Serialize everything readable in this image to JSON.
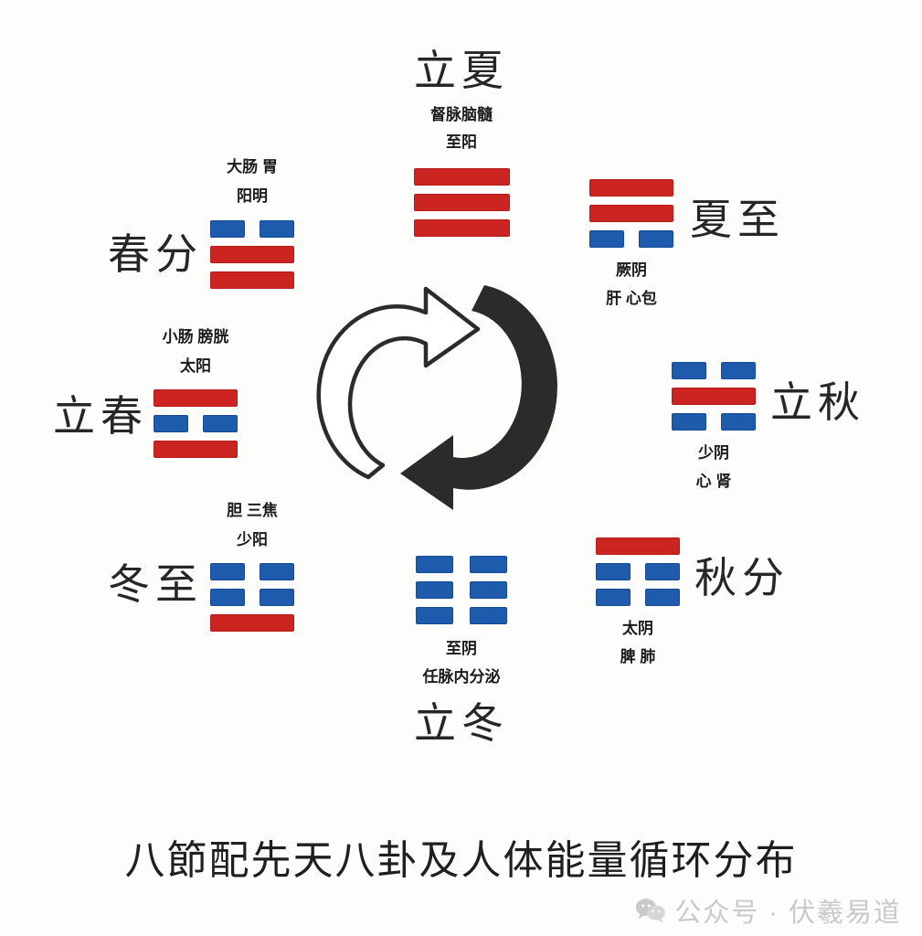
{
  "caption": "八節配先天八卦及人体能量循环分布",
  "watermark": {
    "icon": "wechat-icon",
    "text": "公众号 · 伏羲易道"
  },
  "colors": {
    "yang": "#cc2420",
    "yin": "#1f5bac",
    "text": "#1f1f1f",
    "watermark": "#c9c9c9",
    "background": "#fdfdfb"
  },
  "center": {
    "arrow_outline": {
      "name": "clockwise-outline-arrow",
      "direction": "clockwise-up-right",
      "style": "outline"
    },
    "arrow_solid": {
      "name": "counter-clockwise-solid-arrow",
      "direction": "down-left",
      "style": "filled"
    }
  },
  "nodes": [
    {
      "id": "lixia",
      "season": "立夏",
      "label_position": "above",
      "top_notes": [
        "督脉脑髓",
        "至阳"
      ],
      "bottom_notes": [],
      "trigram": {
        "name": "qian",
        "lines": [
          "yang",
          "yang",
          "yang"
        ]
      }
    },
    {
      "id": "chunfen",
      "season": "春分",
      "label_position": "left",
      "top_notes": [
        "大肠    胃",
        "阳明"
      ],
      "bottom_notes": [],
      "trigram": {
        "name": "dui",
        "lines": [
          "yin",
          "yang",
          "yang"
        ]
      }
    },
    {
      "id": "xiazhi",
      "season": "夏至",
      "label_position": "right",
      "top_notes": [],
      "bottom_notes": [
        "厥阴",
        "肝  心包"
      ],
      "trigram": {
        "name": "xun",
        "lines": [
          "yang",
          "yang",
          "yin"
        ]
      }
    },
    {
      "id": "lichun",
      "season": "立春",
      "label_position": "left",
      "top_notes": [
        "小肠  膀胱",
        "太阳"
      ],
      "bottom_notes": [],
      "trigram": {
        "name": "li",
        "lines": [
          "yang",
          "yin",
          "yang"
        ]
      }
    },
    {
      "id": "liqiu",
      "season": "立秋",
      "label_position": "right",
      "top_notes": [],
      "bottom_notes": [
        "少阴",
        "心   肾"
      ],
      "trigram": {
        "name": "kan",
        "lines": [
          "yin",
          "yang",
          "yin"
        ]
      }
    },
    {
      "id": "dongzhi",
      "season": "冬至",
      "label_position": "left",
      "top_notes": [
        "胆    三焦",
        "少阳"
      ],
      "bottom_notes": [],
      "trigram": {
        "name": "zhen",
        "lines": [
          "yin",
          "yin",
          "yang"
        ]
      }
    },
    {
      "id": "qiufen",
      "season": "秋分",
      "label_position": "right",
      "top_notes": [],
      "bottom_notes": [
        "太阴",
        "脾   肺"
      ],
      "trigram": {
        "name": "gen",
        "lines": [
          "yang",
          "yin",
          "yin"
        ]
      }
    },
    {
      "id": "lidong",
      "season": "立冬",
      "label_position": "below",
      "top_notes": [],
      "bottom_notes": [
        "至阴",
        "任脉内分泌"
      ],
      "trigram": {
        "name": "kun",
        "lines": [
          "yin",
          "yin",
          "yin"
        ]
      }
    }
  ]
}
